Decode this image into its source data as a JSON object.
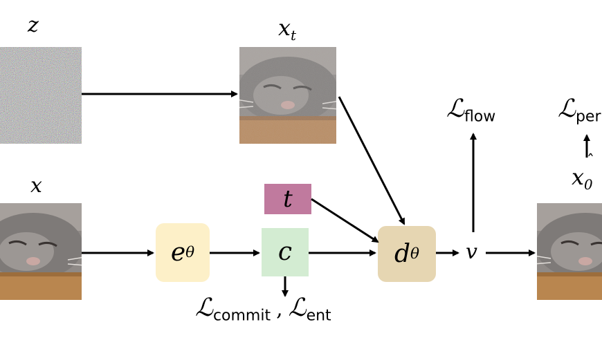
{
  "labels": {
    "z": "z",
    "xt_base": "x",
    "xt_sub": "t",
    "x": "x",
    "x0hat_base": "x",
    "x0hat_sub": "0",
    "v": "v"
  },
  "boxes": {
    "encoder_base": "e",
    "encoder_sub": "θ",
    "code": "c",
    "time": "t",
    "decoder_base": "d",
    "decoder_sub": "θ"
  },
  "losses": {
    "script": "ℒ",
    "flow": "flow",
    "commit": "commit",
    "separator": ",",
    "ent": "ent",
    "perceptual_partial": "per"
  },
  "colors": {
    "encoder": "#fdf0c8",
    "code": "#d3ecd2",
    "time": "#c07a9e",
    "decoder": "#e6d6b2",
    "noise": "#9a9a98",
    "cat_fur": "#8f8a87",
    "table": "#b9864f"
  },
  "icons": {
    "noise": "noise-image-icon",
    "noisy_cat": "noisy-cat-image-icon",
    "cat": "cat-image-icon",
    "reconstructed_cat": "reconstructed-cat-image-icon"
  }
}
